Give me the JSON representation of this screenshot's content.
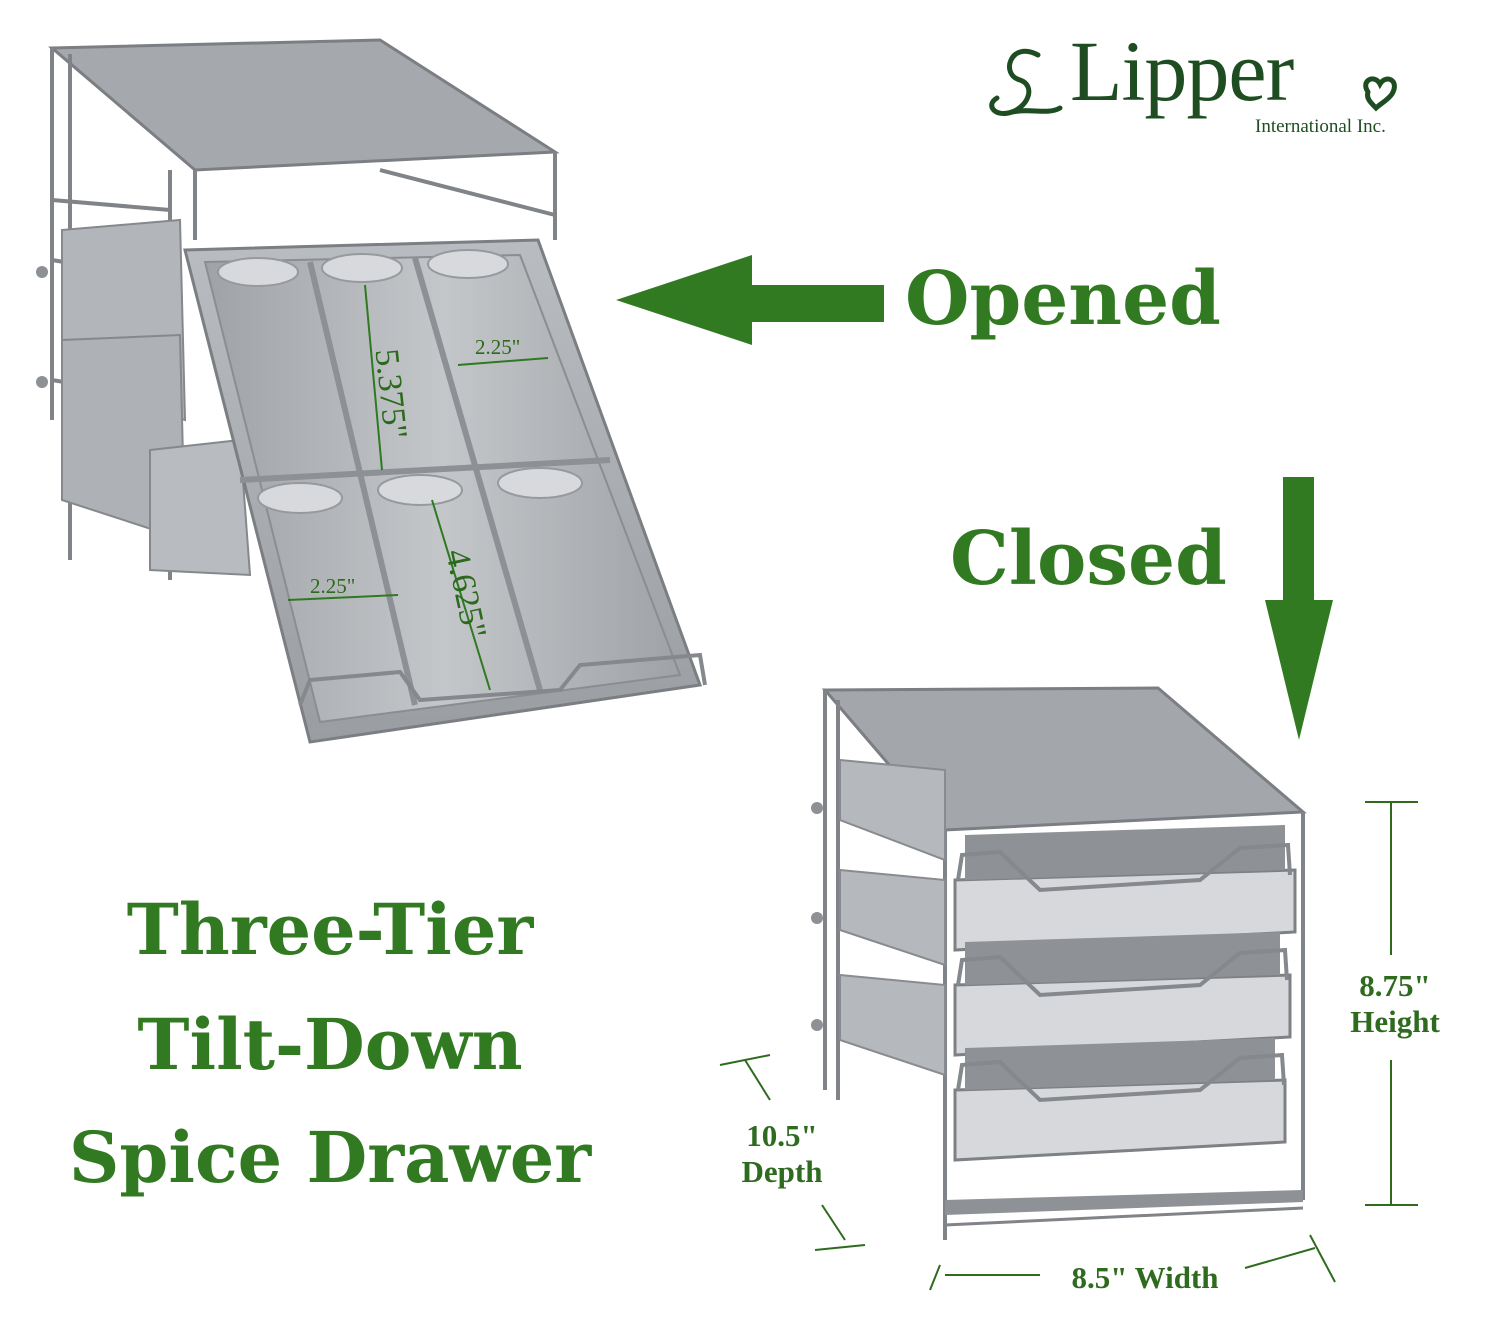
{
  "brand": {
    "name": "Lipper",
    "subtitle": "International Inc.",
    "logo_color": "#1f4d22"
  },
  "labels": {
    "opened": "Opened",
    "closed": "Closed"
  },
  "title_lines": [
    "Three-Tier",
    "Tilt-Down",
    "Spice Drawer"
  ],
  "opened_dimensions": {
    "top_length": "5.375\"",
    "top_width": "2.25\"",
    "bottom_length": "4.625\"",
    "bottom_width": "2.25\""
  },
  "closed_dimensions": {
    "height_value": "8.75\"",
    "height_label": "Height",
    "depth_value": "10.5\"",
    "depth_label": "Depth",
    "width_text": "8.5\" Width"
  },
  "colors": {
    "accent_green": "#327a22",
    "metal": "#a8abaf",
    "metal_dark": "#7d8084"
  },
  "icons": [
    "arrow-left-icon",
    "arrow-down-icon",
    "lipper-logo-icon"
  ]
}
